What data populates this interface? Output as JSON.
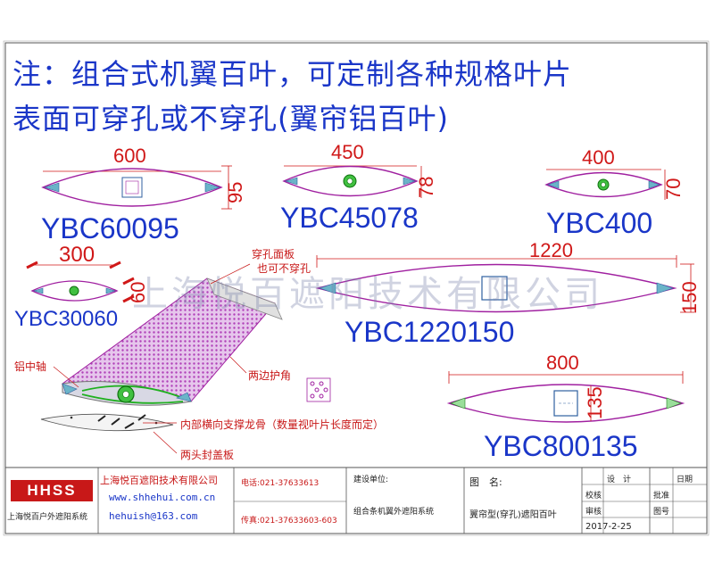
{
  "note": {
    "line1": "注：组合式机翼百叶，可定制各种规格叶片",
    "line2": "表面可穿孔或不穿孔(翼帘铝百叶)"
  },
  "profiles": [
    {
      "model": "YBC60095",
      "width": "600",
      "height": "95"
    },
    {
      "model": "YBC45078",
      "width": "450",
      "height": "78"
    },
    {
      "model": "YBC400",
      "width": "400",
      "height": "70"
    },
    {
      "model": "YBC30060",
      "width": "300",
      "height": "60"
    },
    {
      "model": "YBC1220150",
      "width": "1220",
      "height": "150"
    },
    {
      "model": "YBC800135",
      "width": "800",
      "height": "135"
    }
  ],
  "annotations": {
    "perforated_panel": "穿孔面板",
    "perforated_panel_2": "也可不穿孔",
    "center_shaft": "铝中轴",
    "edge_guard": "两边护角",
    "inner_ribs": "内部横向支撑龙骨（数量视叶片长度而定）",
    "end_caps": "两头封盖板"
  },
  "watermark": "上海悦百遮阳技术有限公司",
  "title_block": {
    "logo_text": "HHSS",
    "company": "上海悦百遮阳技术有限公司",
    "logo_caption": "上海悦百户外遮阳系统",
    "website": "www.shhehui.com.cn",
    "email": "hehuish@163.com",
    "tel": "电话:021-37633613",
    "fax": "传真:021-37633603-603",
    "unit_label": "建设单位:",
    "project_label": "组合条机翼外遮阳系统",
    "drawing_label": "图　名:",
    "drawing_name": "翼帘型(穿孔)遮阳百叶",
    "designer_label": "设　计",
    "checker_label": "校核",
    "reviewer_label": "审核",
    "date_label": "日期",
    "approve_label": "批准",
    "drawing_no_label": "图号",
    "date_value": "2017-2-25"
  },
  "colors": {
    "note_blue": "#1a36c8",
    "dim_red": "#d01818",
    "outline_purple": "#a020a0",
    "shaft_green": "#20b020",
    "panel_magenta": "#c050c0"
  }
}
